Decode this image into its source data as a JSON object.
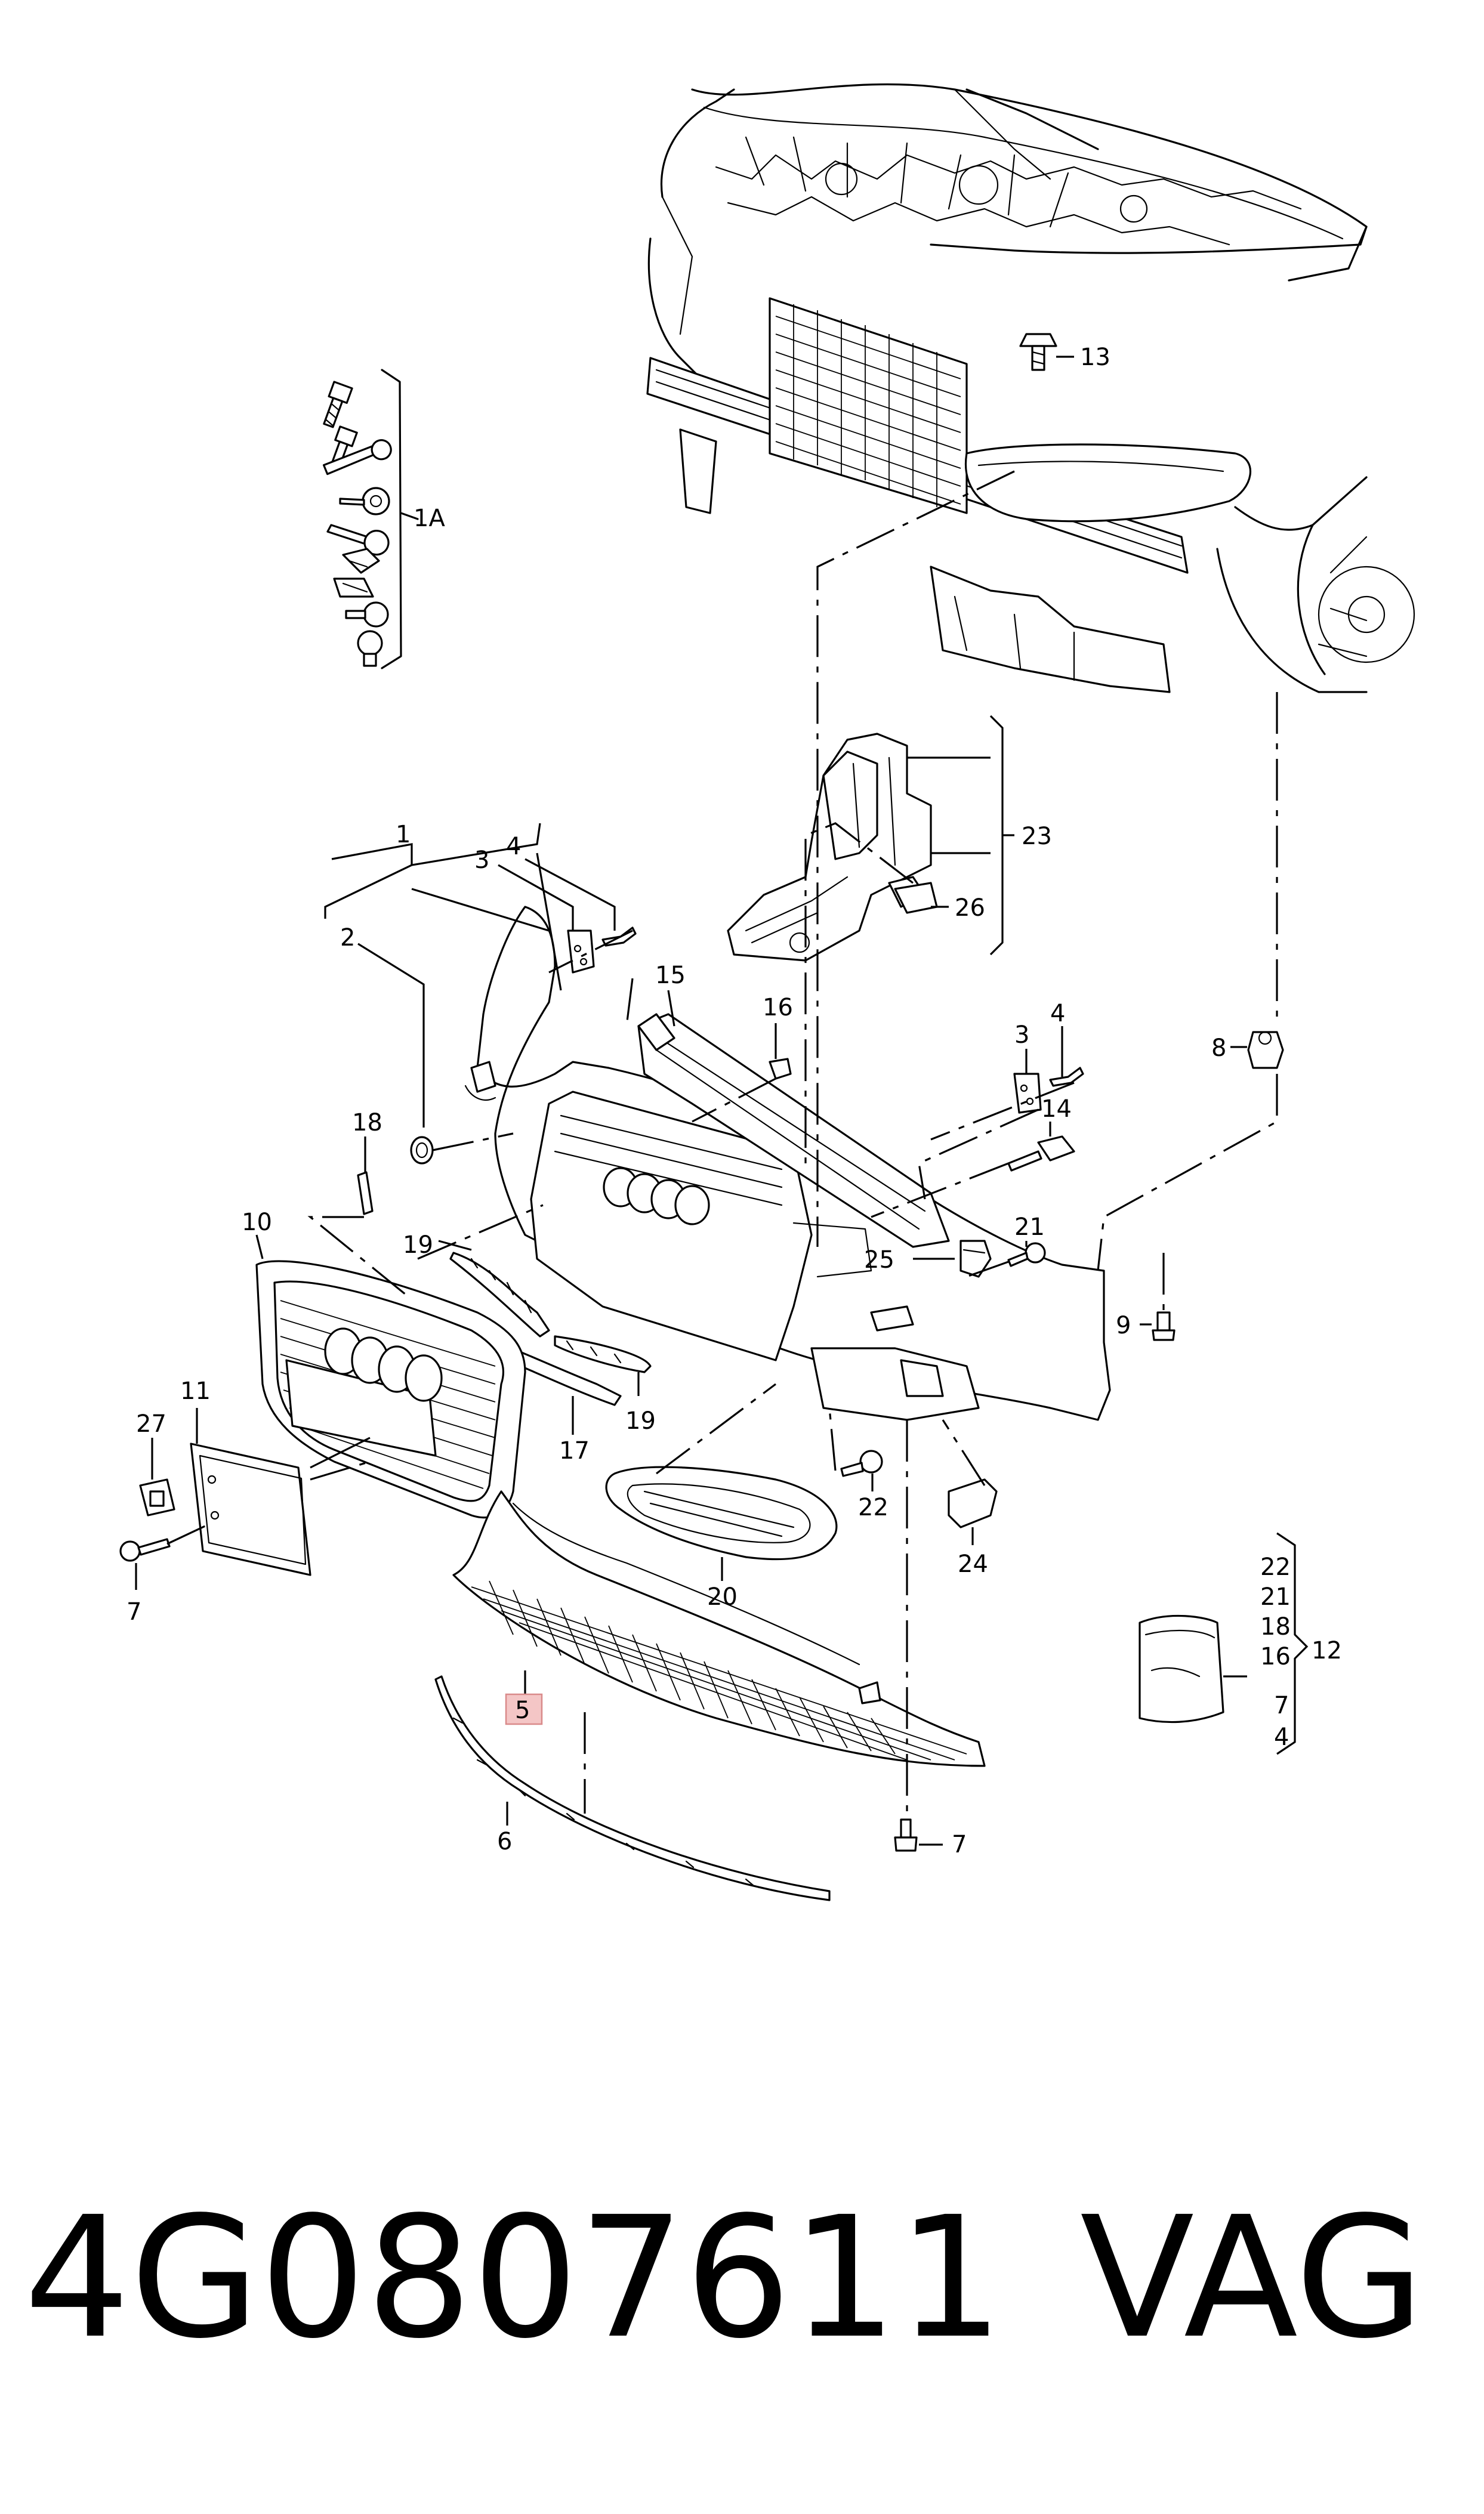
{
  "diagram": {
    "labels": {
      "l1": "1",
      "l1a": "1A",
      "l2": "2",
      "l3a": "3",
      "l3b": "3",
      "l4a": "4",
      "l4b": "4",
      "l4c": "4",
      "l5": "5",
      "l6": "6",
      "l7a": "7",
      "l7b": "7",
      "l7c": "7",
      "l8": "8",
      "l9": "9",
      "l10": "10",
      "l11": "11",
      "l12": "12",
      "l13": "13",
      "l14": "14",
      "l15": "15",
      "l16a": "16",
      "l16b": "16",
      "l17": "17",
      "l18a": "18",
      "l18b": "18",
      "l19a": "19",
      "l19b": "19",
      "l20": "20",
      "l21a": "21",
      "l21b": "21",
      "l22a": "22",
      "l22b": "22",
      "l23": "23",
      "l24": "24",
      "l25": "25",
      "l26": "26",
      "l27": "27"
    },
    "highlight_color": "#f4c6c6",
    "highlight_border": "#d98a8a"
  },
  "footer": {
    "part_number": "4G0807611",
    "brand": "VAG"
  }
}
